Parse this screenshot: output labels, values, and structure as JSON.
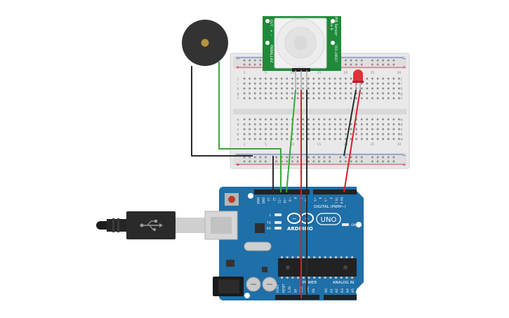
{
  "pir": {
    "brand": "PARALLAX",
    "title": "PIR Sensor",
    "rev": "Rev B",
    "part": "555-28027",
    "pins": [
      "-",
      "+",
      "OUT"
    ]
  },
  "breadboard": {
    "row_letters_top": [
      "j",
      "i",
      "h",
      "g",
      "f"
    ],
    "row_letters_bottom": [
      "e",
      "d",
      "c",
      "b",
      "a"
    ],
    "column_numbers": [
      "1",
      "5",
      "10",
      "15",
      "20",
      "25",
      "30"
    ],
    "rail_minus": "−",
    "rail_plus": "+"
  },
  "arduino": {
    "brand": "ARDUINO",
    "model": "UNO",
    "digital_header": "DIGITAL (PWM~)",
    "power_header": "POWER",
    "analog_header": "ANALOG IN",
    "on_label": "ON",
    "led_labels": [
      "L",
      "TX",
      "RX"
    ],
    "top_pins": [
      "AREF",
      "GND",
      "13",
      "12",
      "~11",
      "~10",
      "~9",
      "8",
      "7",
      "~6",
      "~5",
      "4",
      "~3",
      "2",
      "TX 1",
      "RX 0"
    ],
    "power_pins": [
      "IOREF",
      "RESET",
      "3.3V",
      "5V",
      "GND",
      "GND",
      "Vin"
    ],
    "analog_pins": [
      "A0",
      "A1",
      "A2",
      "A3",
      "A4",
      "A5"
    ]
  },
  "colors": {
    "wire_red": "#d3202a",
    "wire_black": "#2b2b2b",
    "wire_green": "#3aa83a",
    "board_blue": "#1f6fa8",
    "pcb_green": "#1f8a3a",
    "led_red": "#e0323a"
  },
  "icons": [
    "usb-icon",
    "infinity-icon"
  ]
}
